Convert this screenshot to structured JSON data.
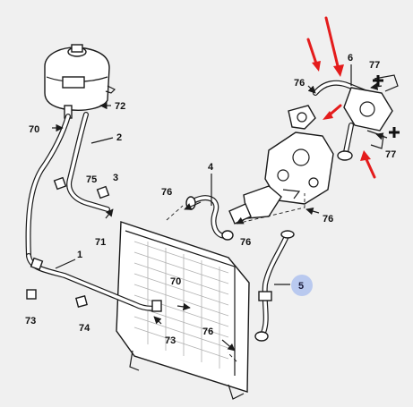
{
  "diagram": {
    "labels": {
      "l70_top": "70",
      "l72": "72",
      "l2": "2",
      "l75": "75",
      "l3": "3",
      "l71": "71",
      "l1": "1",
      "l73_left": "73",
      "l74": "74",
      "l70_bottom": "70",
      "l73_bottom": "73",
      "l76_bottom": "76",
      "l76_mid_left": "76",
      "l4": "4",
      "l76_mid": "76",
      "l76_right": "76",
      "l76_top": "76",
      "l6": "6",
      "l77_top": "77",
      "l77_bottom": "77",
      "l5": "5"
    },
    "colors": {
      "highlight_circle": "#b9c9ef",
      "arrow_red": "#e41c1c",
      "line": "#1a1a1a",
      "background": "#f0f0f0"
    },
    "icons": {
      "pointer": "triangle-arrow-icon",
      "clip": "clip-square-icon",
      "bracket": "plus-bracket-icon"
    }
  }
}
